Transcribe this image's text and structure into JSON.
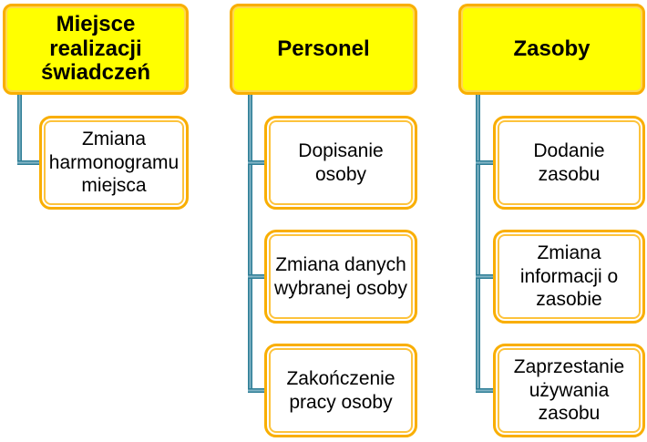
{
  "diagram": {
    "type": "hierarchy-smartart",
    "colors": {
      "background": "#FFFFFF",
      "header_fill": "#FFFF00",
      "node_border": "#F9AE00",
      "node_border_highlight": "#FFD84F",
      "child_fill": "#FFFFFF",
      "connector_dark": "#2E7E96",
      "connector_light": "#82B4C5",
      "text": "#000000"
    },
    "columns": [
      {
        "header": {
          "label": "Miejsce realizacji świadczeń",
          "lines": [
            "Miejsce",
            "realizacji",
            "świadczeń"
          ]
        },
        "children": [
          {
            "label": "Zmiana harmonogramu miejsca",
            "lines": [
              "Zmiana",
              "harmonogramu",
              "miejsca"
            ]
          }
        ]
      },
      {
        "header": {
          "label": "Personel",
          "lines": [
            "Personel"
          ]
        },
        "children": [
          {
            "label": "Dopisanie osoby",
            "lines": [
              "Dopisanie",
              "osoby"
            ]
          },
          {
            "label": "Zmiana danych wybranej osoby",
            "lines": [
              "Zmiana danych",
              "wybranej osoby"
            ]
          },
          {
            "label": "Zakończenie pracy osoby",
            "lines": [
              "Zakończenie",
              "pracy osoby"
            ]
          }
        ]
      },
      {
        "header": {
          "label": "Zasoby",
          "lines": [
            "Zasoby"
          ]
        },
        "children": [
          {
            "label": "Dodanie zasobu",
            "lines": [
              "Dodanie",
              "zasobu"
            ]
          },
          {
            "label": "Zmiana informacji o zasobie",
            "lines": [
              "Zmiana",
              "informacji o",
              "zasobie"
            ]
          },
          {
            "label": "Zaprzestanie używania zasobu",
            "lines": [
              "Zaprzestanie",
              "używania",
              "zasobu"
            ]
          }
        ]
      }
    ]
  }
}
